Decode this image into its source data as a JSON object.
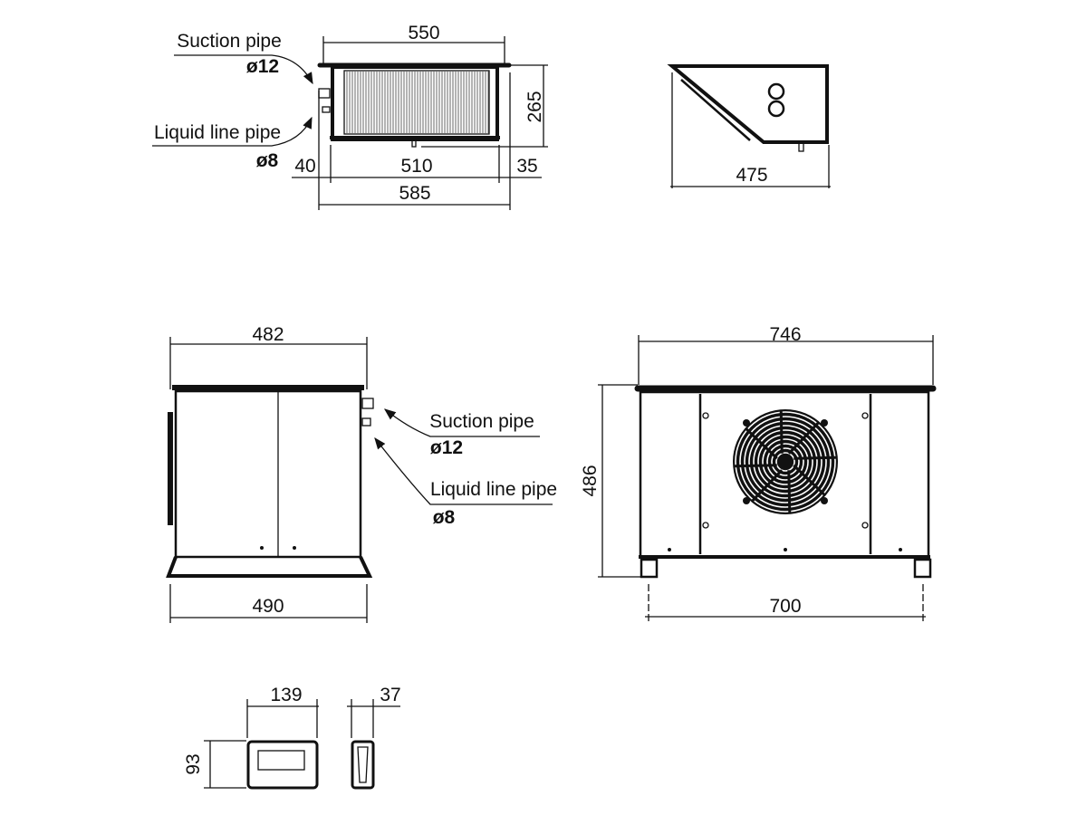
{
  "top_view": {
    "dim_width_top": "550",
    "dim_height": "265",
    "dim_left_offset": "40",
    "dim_inner_width": "510",
    "dim_right_offset": "35",
    "dim_total_width": "585",
    "suction_label": "Suction pipe",
    "suction_diameter": "ø12",
    "liquid_label": "Liquid line pipe",
    "liquid_diameter": "ø8"
  },
  "side_view_top": {
    "dim_depth": "475"
  },
  "side_view": {
    "dim_top_width": "482",
    "dim_bottom_width": "490",
    "suction_label": "Suction pipe",
    "suction_diameter": "ø12",
    "liquid_label": "Liquid line pipe",
    "liquid_diameter": "ø8"
  },
  "front_view": {
    "dim_width": "746",
    "dim_height": "486",
    "dim_feet_spacing": "700"
  },
  "controller": {
    "dim_width": "139",
    "dim_height": "93",
    "dim_depth": "37"
  }
}
